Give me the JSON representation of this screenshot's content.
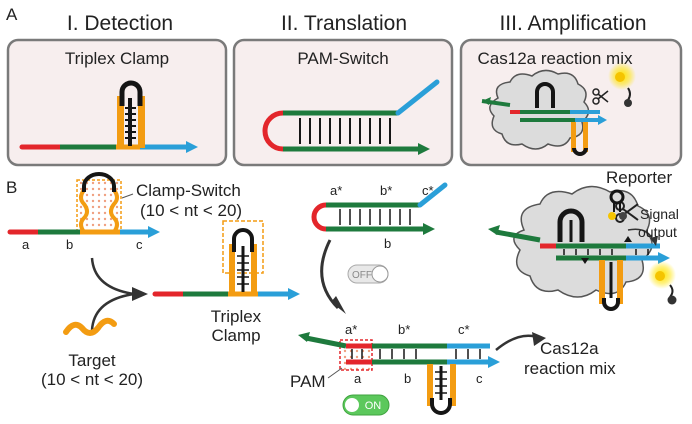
{
  "panel_letters": {
    "a": "A",
    "b": "B"
  },
  "panel_a": {
    "detection": {
      "heading": "I. Detection",
      "box_label": "Triplex Clamp"
    },
    "translation": {
      "heading": "II. Translation",
      "box_label": "PAM-Switch"
    },
    "amplification": {
      "heading": "III. Amplification",
      "box_label": "Cas12a reaction mix"
    }
  },
  "panel_b": {
    "clamp_switch": {
      "line1": "Clamp-Switch",
      "line2": "(10 < nt < 20)"
    },
    "segments_left": {
      "a": "a",
      "b": "b",
      "c": "c"
    },
    "target": {
      "line1": "Target",
      "line2": "(10 < nt < 20)"
    },
    "triplex_clamp": {
      "line1": "Triplex",
      "line2": "Clamp"
    },
    "pam_switch_off": {
      "a_star": "a*",
      "b_star": "b*",
      "c_star": "c*",
      "b": "b",
      "toggle": "OFF"
    },
    "pam_switch_on": {
      "a_star": "a*",
      "b_star": "b*",
      "c_star": "c*",
      "a": "a",
      "b": "b",
      "c": "c",
      "toggle": "ON",
      "pam_label": "PAM"
    },
    "cas12a": {
      "line1": "Cas12a",
      "line2": "reaction mix"
    },
    "reporter": "Reporter",
    "signal": {
      "line1": "Signal",
      "line2": "output"
    }
  },
  "colors": {
    "red": "#e3262b",
    "dark_green": "#1e7a3d",
    "blue": "#2a9fd8",
    "orange": "#f39c12",
    "black": "#151515",
    "panel_fill": "#f7eeee",
    "cloud_fill": "#dcdcdc",
    "toggle_on": "#5cc85c",
    "toggle_off": "#c8c8c8",
    "glow": "#f5d000"
  }
}
